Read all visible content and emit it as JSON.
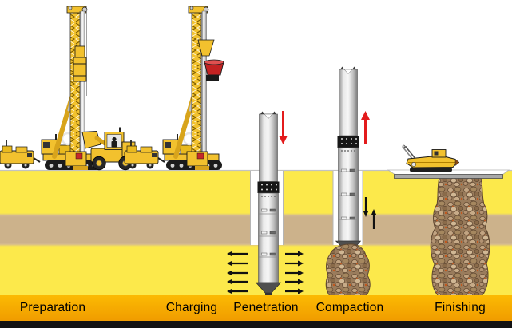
{
  "stages": [
    {
      "label": "Preparation"
    },
    {
      "label": "Charging"
    },
    {
      "label": "Penetration"
    },
    {
      "label": "Compaction"
    },
    {
      "label": "Finishing"
    }
  ],
  "icons": {
    "penetration_direction": "red-down-arrow",
    "compaction_direction": "red-up-arrow",
    "compaction_oscillation": "black-up-down-arrows",
    "penetration_vibration": "black-horizontal-arrows"
  },
  "colors": {
    "sky": "#ffffff",
    "soil_upper": "#fce94b",
    "soil_layer": "#ccb28b",
    "label_band_top": "#fcba02",
    "label_band_bottom": "#f09c00",
    "bottom_bar": "#121212",
    "machine_yellow": "#f2c12e",
    "arrow_red": "#e31b1c",
    "arrow_black": "#111111",
    "stone_brown": "#9a7c5c",
    "probe_gray": "#c2c2c2",
    "label_text": "#000000"
  }
}
